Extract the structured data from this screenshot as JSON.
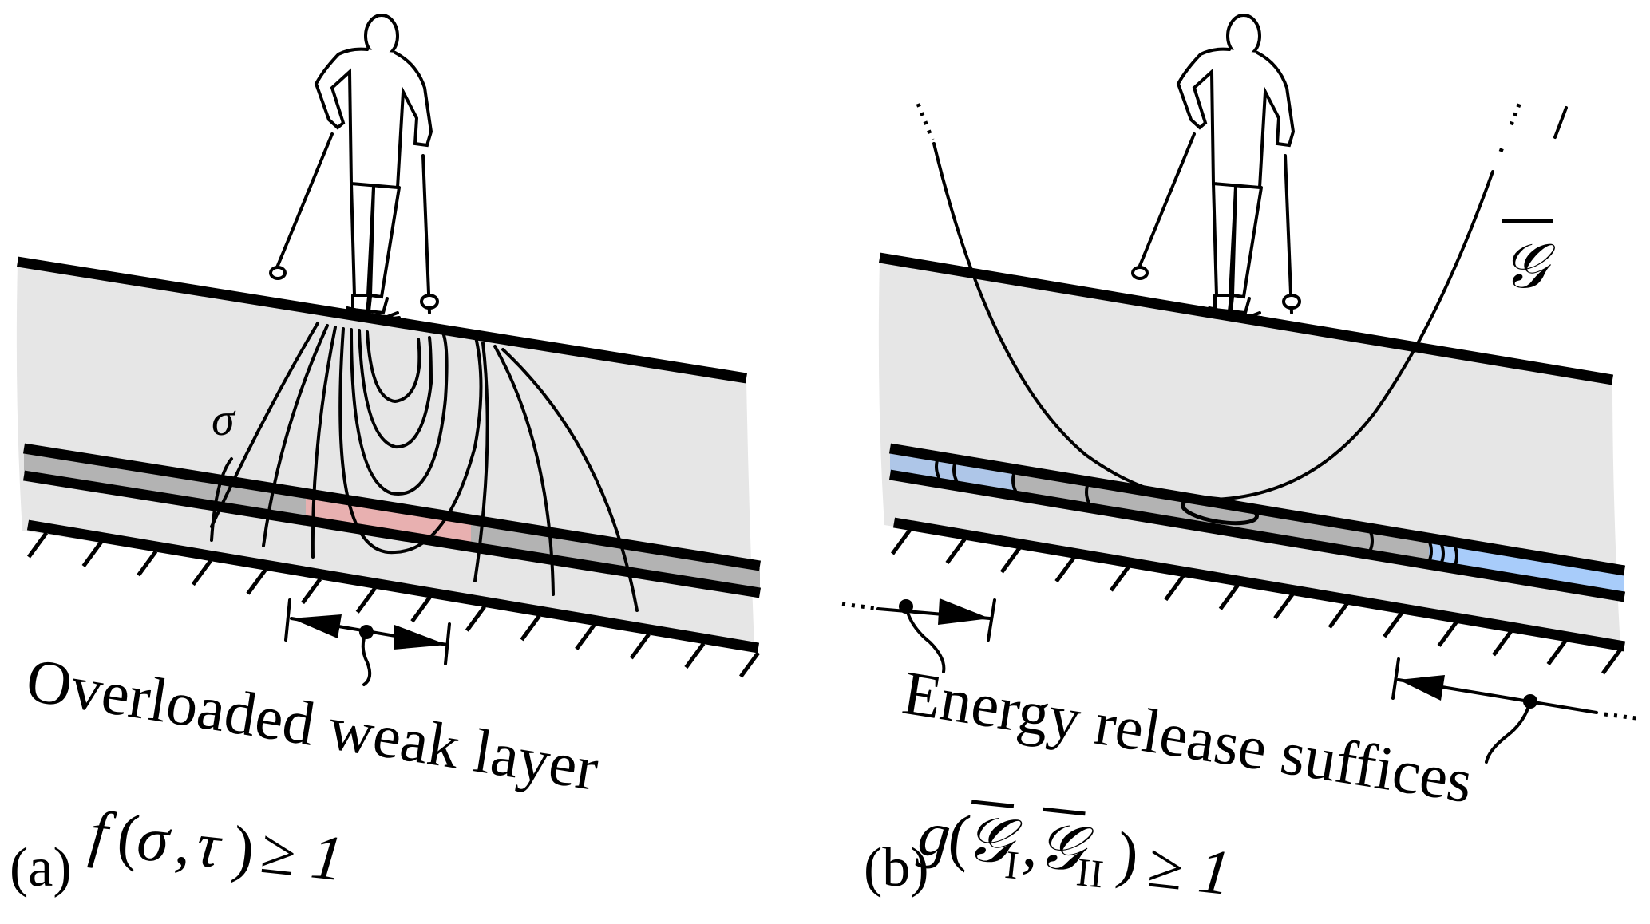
{
  "figure": {
    "panels": [
      {
        "id": "a",
        "panel_label": "(a)",
        "caption": "Overloaded weak layer",
        "criterion": {
          "func": "f",
          "open": "(",
          "arg1": "σ",
          "sep": ",",
          "arg2": "τ",
          "close": ")",
          "relation": "≥ 1"
        },
        "stress_symbol": "σ",
        "colors": {
          "slab": "#e6e6e6",
          "weak_layer": "#b3b3b3",
          "overloaded_zone": "#e8b0b0"
        }
      },
      {
        "id": "b",
        "panel_label": "(b)",
        "caption": "Energy release suffices",
        "criterion": {
          "func": "g",
          "open": "(",
          "arg1": "𝒢",
          "arg1_sub": "I",
          "sep": ",",
          "arg2": "𝒢",
          "arg2_sub": "II",
          "close": ")",
          "relation": "≥ 1"
        },
        "curve_symbol": "𝒢",
        "colors": {
          "slab": "#e6e6e6",
          "weak_layer": "#b3b3b3",
          "crack_zone": "#aac4e8"
        }
      }
    ]
  }
}
